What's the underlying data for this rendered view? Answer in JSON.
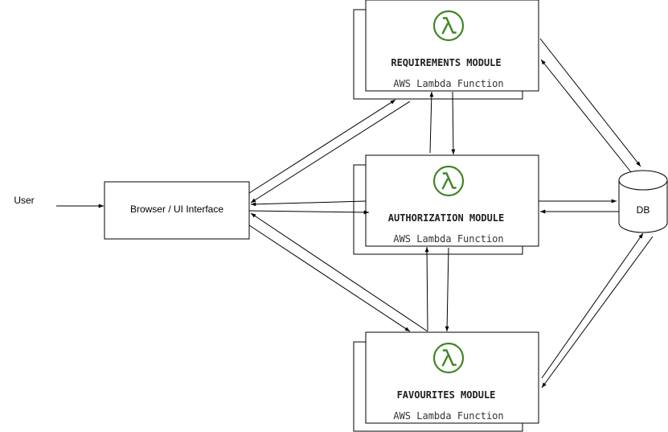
{
  "actor": {
    "label": "User"
  },
  "browser": {
    "label": "Browser / UI Interface"
  },
  "database": {
    "label": "DB"
  },
  "modules": [
    {
      "title": "REQUIREMENTS MODULE",
      "subtitle": "AWS Lambda Function",
      "icon": "lambda-icon"
    },
    {
      "title": "AUTHORIZATION MODULE",
      "subtitle": "AWS Lambda Function",
      "icon": "lambda-icon"
    },
    {
      "title": "FAVOURITES MODULE",
      "subtitle": "AWS Lambda Function",
      "icon": "lambda-icon"
    }
  ],
  "colors": {
    "lambda_icon": "#3f8624",
    "line": "#000000",
    "text_dark": "#1f1f1f"
  }
}
